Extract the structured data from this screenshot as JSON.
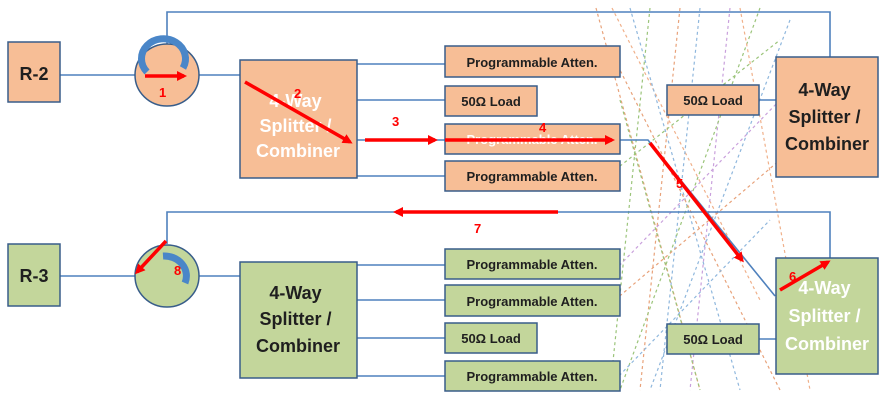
{
  "colors": {
    "orange_fill": "#F7BE96",
    "green_fill": "#C3D69B",
    "box_stroke": "#385D8A",
    "wire": "#4F81BD",
    "arrow": "#FF0000",
    "circulator_arc": "#4A86C8"
  },
  "top": {
    "radio": "R-2",
    "circulator_label": "1",
    "splitter_left": [
      "4-Way",
      "Splitter /",
      "Combiner"
    ],
    "splitter_right": [
      "4-Way",
      "Splitter /",
      "Combiner"
    ],
    "attenuators": [
      "Programmable Atten.",
      "50Ω Load",
      "Programmable Atten.",
      "Programmable Atten."
    ],
    "right_load": "50Ω Load"
  },
  "bottom": {
    "radio": "R-3",
    "circulator_label": "8",
    "splitter_left": [
      "4-Way",
      "Splitter /",
      "Combiner"
    ],
    "splitter_right": [
      "4-Way",
      "Splitter /",
      "Combiner"
    ],
    "attenuators": [
      "Programmable Atten.",
      "Programmable Atten.",
      "50Ω Load",
      "Programmable Atten."
    ],
    "right_load": "50Ω Load"
  },
  "path_steps": [
    "1",
    "2",
    "3",
    "4",
    "5",
    "6",
    "7",
    "8"
  ]
}
